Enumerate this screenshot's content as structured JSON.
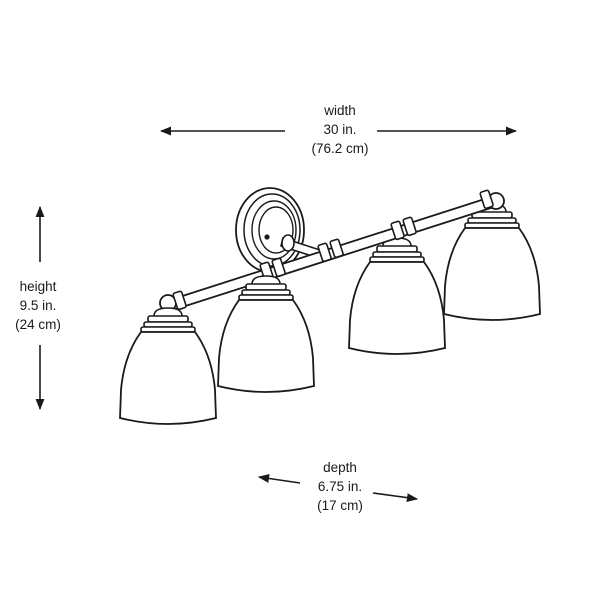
{
  "dimensions": {
    "width": {
      "label": "width",
      "imperial": "30 in.",
      "metric": "(76.2 cm)"
    },
    "height": {
      "label": "height",
      "imperial": "9.5 in.",
      "metric": "(24 cm)"
    },
    "depth": {
      "label": "depth",
      "imperial": "6.75 in.",
      "metric": "(17 cm)"
    }
  },
  "colors": {
    "line": "#1a1a1a",
    "background": "#ffffff"
  },
  "fixture": {
    "shade_count": 4
  }
}
